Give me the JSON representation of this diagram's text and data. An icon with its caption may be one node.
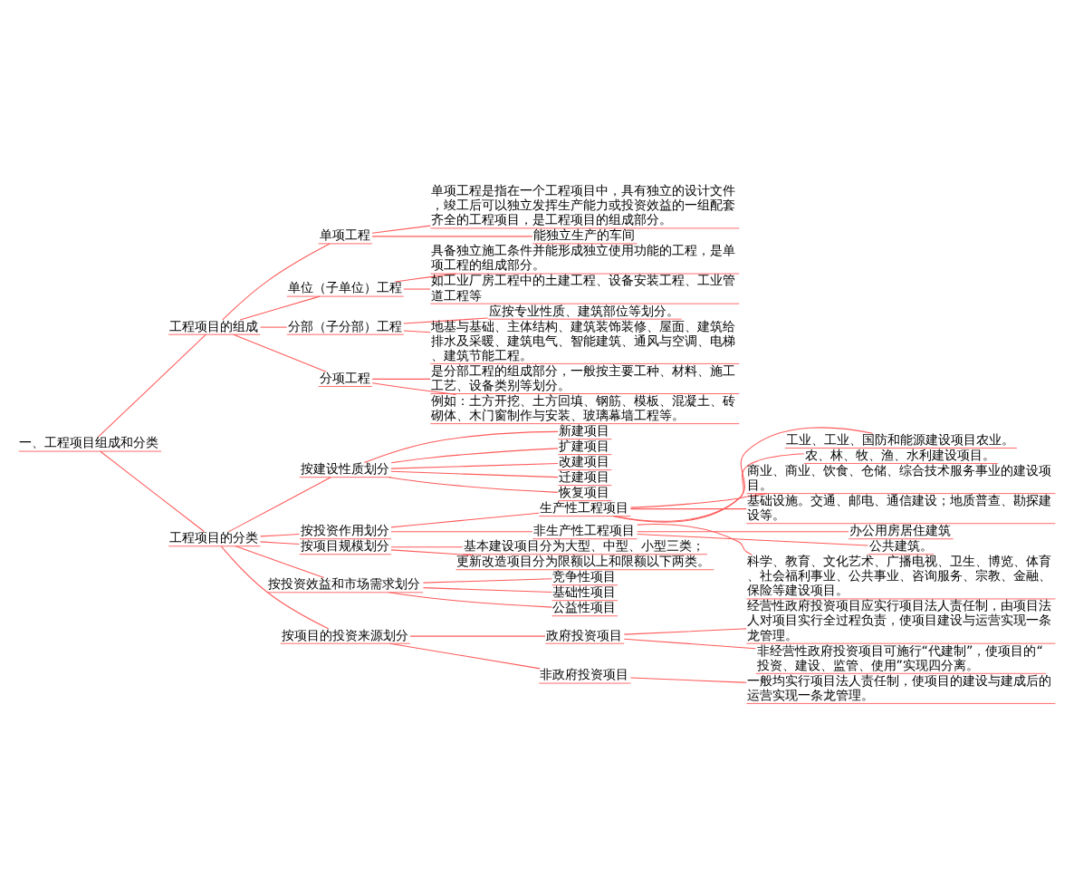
{
  "diagram": {
    "nodes": [
      {
        "text": [
          "一、工程项目组成和分类"
        ]
      },
      {
        "text": [
          "工程项目的组成"
        ]
      },
      {
        "text": [
          "单项工程"
        ]
      },
      {
        "text": [
          "单项工程是指在一个工程项目中，具有独立的设计文件，竣工后可以独立发挥生产能力或投资效益的一组配套齐全的工程项目，是工程项目的组成部分。"
        ]
      },
      {
        "text": [
          "能独立生产的车间"
        ]
      },
      {
        "text": [
          "单位（子单位）工程"
        ]
      },
      {
        "text": [
          "具备独立施工条件并能形成独立使用功能的工程，是单项工程的组成部分。"
        ]
      },
      {
        "text": [
          "如工业厂房工程中的土建工程、设备安装工程、工业管道工程等"
        ]
      },
      {
        "text": [
          "分部（子分部）工程"
        ]
      },
      {
        "text": [
          "应按专业性质、建筑部位等划分。"
        ]
      },
      {
        "text": [
          "地基与基础、主体结构、建筑装饰装修、屋面、建筑给排水及采暖、建筑电气、智能建筑、通风与空调、电梯、建筑节能工程。"
        ]
      },
      {
        "text": [
          "分项工程"
        ]
      },
      {
        "text": [
          "是分部工程的组成部分，一般按主要工种、材料、施工工艺、设备类别等划分。"
        ]
      },
      {
        "text": [
          "例如：土方开挖、土方回填、钢筋、模板、混凝土、砖砌体、木门窗制作与安装、玻璃幕墙工程等。"
        ]
      },
      {
        "text": [
          "工程项目的分类"
        ]
      },
      {
        "text": [
          "按建设性质划分"
        ]
      },
      {
        "text": [
          "新建项目"
        ]
      },
      {
        "text": [
          "扩建项目"
        ]
      },
      {
        "text": [
          "改建项目"
        ]
      },
      {
        "text": [
          "迁建项目"
        ]
      },
      {
        "text": [
          "恢复项目"
        ]
      },
      {
        "text": [
          "按投资作用划分"
        ]
      },
      {
        "text": [
          "生产性工程项目"
        ]
      },
      {
        "text": [
          "工业、工业、国防和能源建设项目农业。"
        ]
      },
      {
        "text": [
          "农、林、牧、渔、水利建设项目。"
        ]
      },
      {
        "text": [
          "商业、商业、饮食、仓储、综合技术服务事业的建设项目。"
        ]
      },
      {
        "text": [
          "基础设施。交通、邮电、通信建设；地质普查、勘探建设等。"
        ]
      },
      {
        "text": [
          "非生产性工程项目"
        ]
      },
      {
        "text": [
          "办公用房居住建筑"
        ]
      },
      {
        "text": [
          "公共建筑。"
        ]
      },
      {
        "text": [
          "科学、教育、文化艺术、广播电视、卫生、博览、体育、社会福利事业、公共事业、咨询服务、宗教、金融、保险等建设项目。"
        ]
      },
      {
        "text": [
          "按项目规模划分"
        ]
      },
      {
        "text": [
          "基本建设项目分为大型、中型、小型三类；"
        ]
      },
      {
        "text": [
          "更新改造项目分为限额以上和限额以下两类。"
        ]
      },
      {
        "text": [
          "按投资效益和市场需求划分"
        ]
      },
      {
        "text": [
          "竞争性项目"
        ]
      },
      {
        "text": [
          "基础性项目"
        ]
      },
      {
        "text": [
          "公益性项目"
        ]
      },
      {
        "text": [
          "按项目的投资来源划分"
        ]
      },
      {
        "text": [
          "政府投资项目"
        ]
      },
      {
        "text": [
          "经营性政府投资项目应实行项目法人责任制，由项目法人对项目实行全过程负责，使项目建设与运营实现一条龙管理。"
        ]
      },
      {
        "text": [
          "非经营性政府投资项目可施行“代建制”，使项目的“投资、建设、监管、使用”实现四分离。"
        ]
      },
      {
        "text": [
          "非政府投资项目"
        ]
      },
      {
        "text": [
          "一般均实行项目法人责任制，使项目的建设与建成后的运营实现一条龙管理。"
        ]
      }
    ],
    "edges": [
      {
        "from": 0,
        "to": 1,
        "arrow": "none"
      },
      {
        "from": 1,
        "to": 2,
        "arrow": "none"
      },
      {
        "from": 2,
        "to": 3,
        "arrow": "none"
      },
      {
        "from": 2,
        "to": 4,
        "arrow": "none"
      },
      {
        "from": 1,
        "to": 5,
        "arrow": "none"
      },
      {
        "from": 5,
        "to": 6,
        "arrow": "none"
      },
      {
        "from": 5,
        "to": 7,
        "arrow": "none"
      },
      {
        "from": 1,
        "to": 8,
        "arrow": "none"
      },
      {
        "from": 8,
        "to": 9,
        "arrow": "none"
      },
      {
        "from": 8,
        "to": 10,
        "arrow": "none"
      },
      {
        "from": 1,
        "to": 11,
        "arrow": "none"
      },
      {
        "from": 11,
        "to": 12,
        "arrow": "none"
      },
      {
        "from": 11,
        "to": 13,
        "arrow": "none"
      },
      {
        "from": 0,
        "to": 14,
        "arrow": "none"
      },
      {
        "from": 14,
        "to": 15,
        "arrow": "none"
      },
      {
        "from": 15,
        "to": 16,
        "arrow": "none"
      },
      {
        "from": 15,
        "to": 17,
        "arrow": "none"
      },
      {
        "from": 15,
        "to": 18,
        "arrow": "none"
      },
      {
        "from": 15,
        "to": 19,
        "arrow": "none"
      },
      {
        "from": 15,
        "to": 20,
        "arrow": "none"
      },
      {
        "from": 14,
        "to": 21,
        "arrow": "none"
      },
      {
        "from": 21,
        "to": 22,
        "arrow": "none"
      },
      {
        "from": 22,
        "to": 23,
        "arrow": "none"
      },
      {
        "from": 22,
        "to": 24,
        "arrow": "none"
      },
      {
        "from": 22,
        "to": 25,
        "arrow": "none"
      },
      {
        "from": 22,
        "to": 26,
        "arrow": "none"
      },
      {
        "from": 21,
        "to": 27,
        "arrow": "none"
      },
      {
        "from": 27,
        "to": 28,
        "arrow": "none"
      },
      {
        "from": 27,
        "to": 29,
        "arrow": "none"
      },
      {
        "from": 27,
        "to": 30,
        "arrow": "none"
      },
      {
        "from": 14,
        "to": 31,
        "arrow": "none"
      },
      {
        "from": 31,
        "to": 32,
        "arrow": "none"
      },
      {
        "from": 31,
        "to": 33,
        "arrow": "none"
      },
      {
        "from": 14,
        "to": 34,
        "arrow": "none"
      },
      {
        "from": 34,
        "to": 35,
        "arrow": "none"
      },
      {
        "from": 34,
        "to": 36,
        "arrow": "none"
      },
      {
        "from": 34,
        "to": 37,
        "arrow": "none"
      },
      {
        "from": 14,
        "to": 38,
        "arrow": "none"
      },
      {
        "from": 38,
        "to": 39,
        "arrow": "none"
      },
      {
        "from": 39,
        "to": 40,
        "arrow": "none"
      },
      {
        "from": 39,
        "to": 41,
        "arrow": "none"
      },
      {
        "from": 38,
        "to": 42,
        "arrow": "none"
      },
      {
        "from": 42,
        "to": 43,
        "arrow": "none"
      }
    ]
  }
}
